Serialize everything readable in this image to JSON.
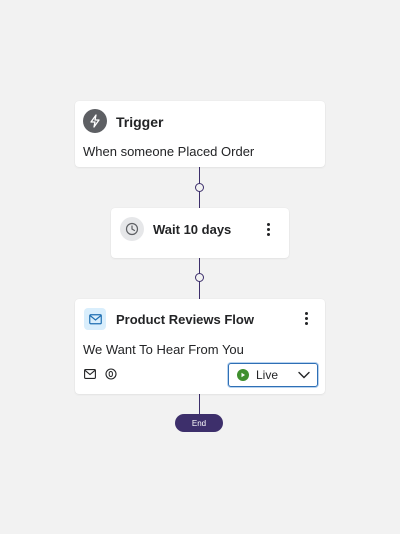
{
  "colors": {
    "background": "#f2f2f2",
    "connector": "#3d2f6b",
    "live_status": "#3f8f2e",
    "select_border": "#2f6fb5"
  },
  "trigger": {
    "title": "Trigger",
    "description": "When someone Placed Order",
    "icon": "lightning-icon"
  },
  "wait": {
    "title": "Wait 10 days",
    "icon": "clock-icon",
    "menu_icon": "kebab-menu-icon"
  },
  "email": {
    "title": "Product Reviews Flow",
    "subject": "We Want To Hear From You",
    "icon": "email-icon",
    "menu_icon": "kebab-menu-icon",
    "channel_icons": [
      "envelope-icon",
      "at-sign-icon"
    ],
    "status": {
      "selected": "Live",
      "icon": "play-icon"
    }
  },
  "end": {
    "label": "End"
  }
}
